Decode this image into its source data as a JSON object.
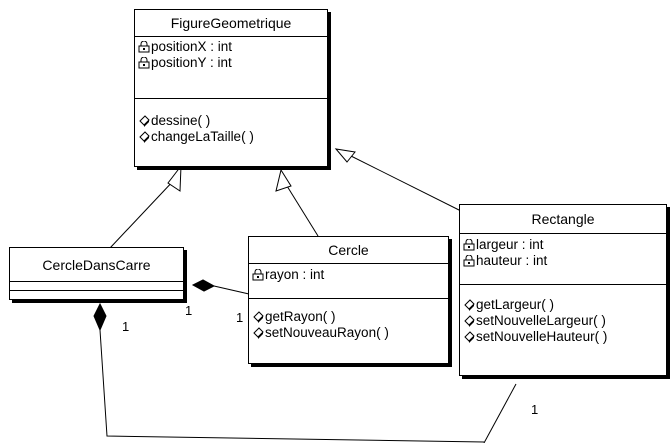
{
  "classes": {
    "figure": {
      "name": "FigureGeometrique",
      "attributes": [
        "positionX : int",
        "positionY : int"
      ],
      "operations": [
        "dessine( )",
        "changeLaTaille( )"
      ]
    },
    "cercle_dans_carre": {
      "name": "CercleDansCarre"
    },
    "cercle": {
      "name": "Cercle",
      "attributes": [
        "rayon : int"
      ],
      "operations": [
        "getRayon( )",
        "setNouveauRayon( )"
      ]
    },
    "rectangle": {
      "name": "Rectangle",
      "attributes": [
        "largeur : int",
        "hauteur : int"
      ],
      "operations": [
        "getLargeur( )",
        "setNouvelleLargeur( )",
        "setNouvelleHauteur( )"
      ]
    }
  },
  "multiplicities": {
    "cdc_to_cercle_left": "1",
    "cdc_to_cercle_right": "1",
    "cdc_to_rect_bottom": "1",
    "cdc_to_rect_right": "1"
  },
  "icons": {
    "attribute": "locked-field-icon",
    "operation": "method-icon"
  },
  "colors": {
    "ink": "#000000",
    "background": "#ffffff"
  }
}
